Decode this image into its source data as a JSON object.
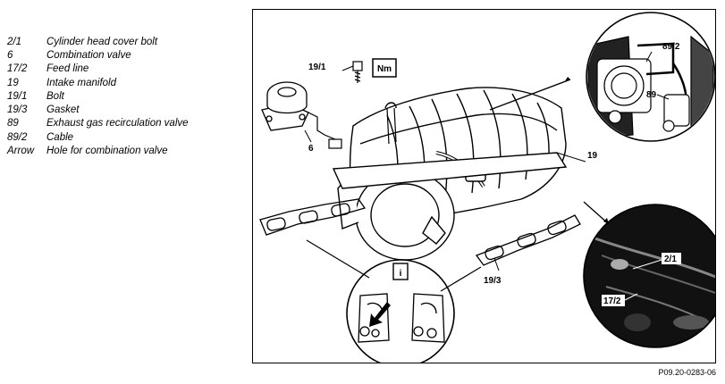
{
  "legend": [
    {
      "code": "2/1",
      "description": "Cylinder head cover bolt"
    },
    {
      "code": "6",
      "description": "Combination valve"
    },
    {
      "code": "17/2",
      "description": "Feed line"
    },
    {
      "code": "19",
      "description": "Intake manifold"
    },
    {
      "code": "19/1",
      "description": "Bolt"
    },
    {
      "code": "19/3",
      "description": "Gasket"
    },
    {
      "code": "89",
      "description": "Exhaust gas recirculation valve"
    },
    {
      "code": "89/2",
      "description": "Cable"
    },
    {
      "code": "Arrow",
      "description": "Hole for combination valve"
    }
  ],
  "callouts": {
    "bolt": "19/1",
    "torque_symbol": "Nm",
    "combination_valve": "6",
    "intake_manifold": "19",
    "gasket": "19/3",
    "cable": "89/2",
    "egr_valve": "89",
    "head_cover_bolt": "2/1",
    "feed_line": "17/2",
    "info_symbol": "i"
  },
  "figure_id": "P09.20-0283-06"
}
